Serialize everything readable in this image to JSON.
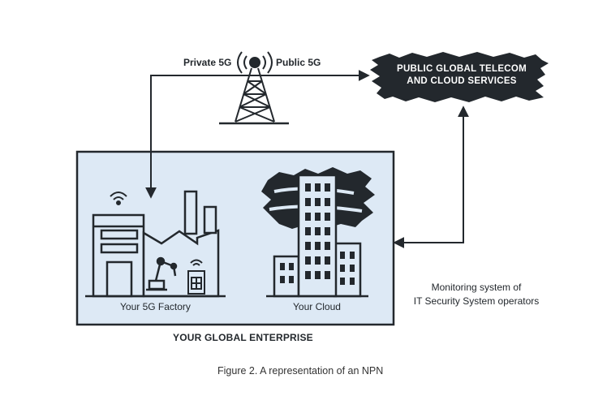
{
  "tower": {
    "left_label": "Private 5G",
    "right_label": "Public 5G"
  },
  "services": {
    "line1": "PUBLIC GLOBAL TELECOM",
    "line2": "AND CLOUD SERVICES"
  },
  "enterprise": {
    "title": "YOUR GLOBAL ENTERPRISE",
    "factory_label": "Your 5G Factory",
    "cloud_label": "Your Cloud"
  },
  "monitoring": {
    "line1": "Monitoring system of",
    "line2": "IT Security System operators"
  },
  "caption": "Figure 2. A representation of an NPN",
  "colors": {
    "ink": "#23282d",
    "panel": "#dde9f5",
    "white": "#ffffff"
  }
}
